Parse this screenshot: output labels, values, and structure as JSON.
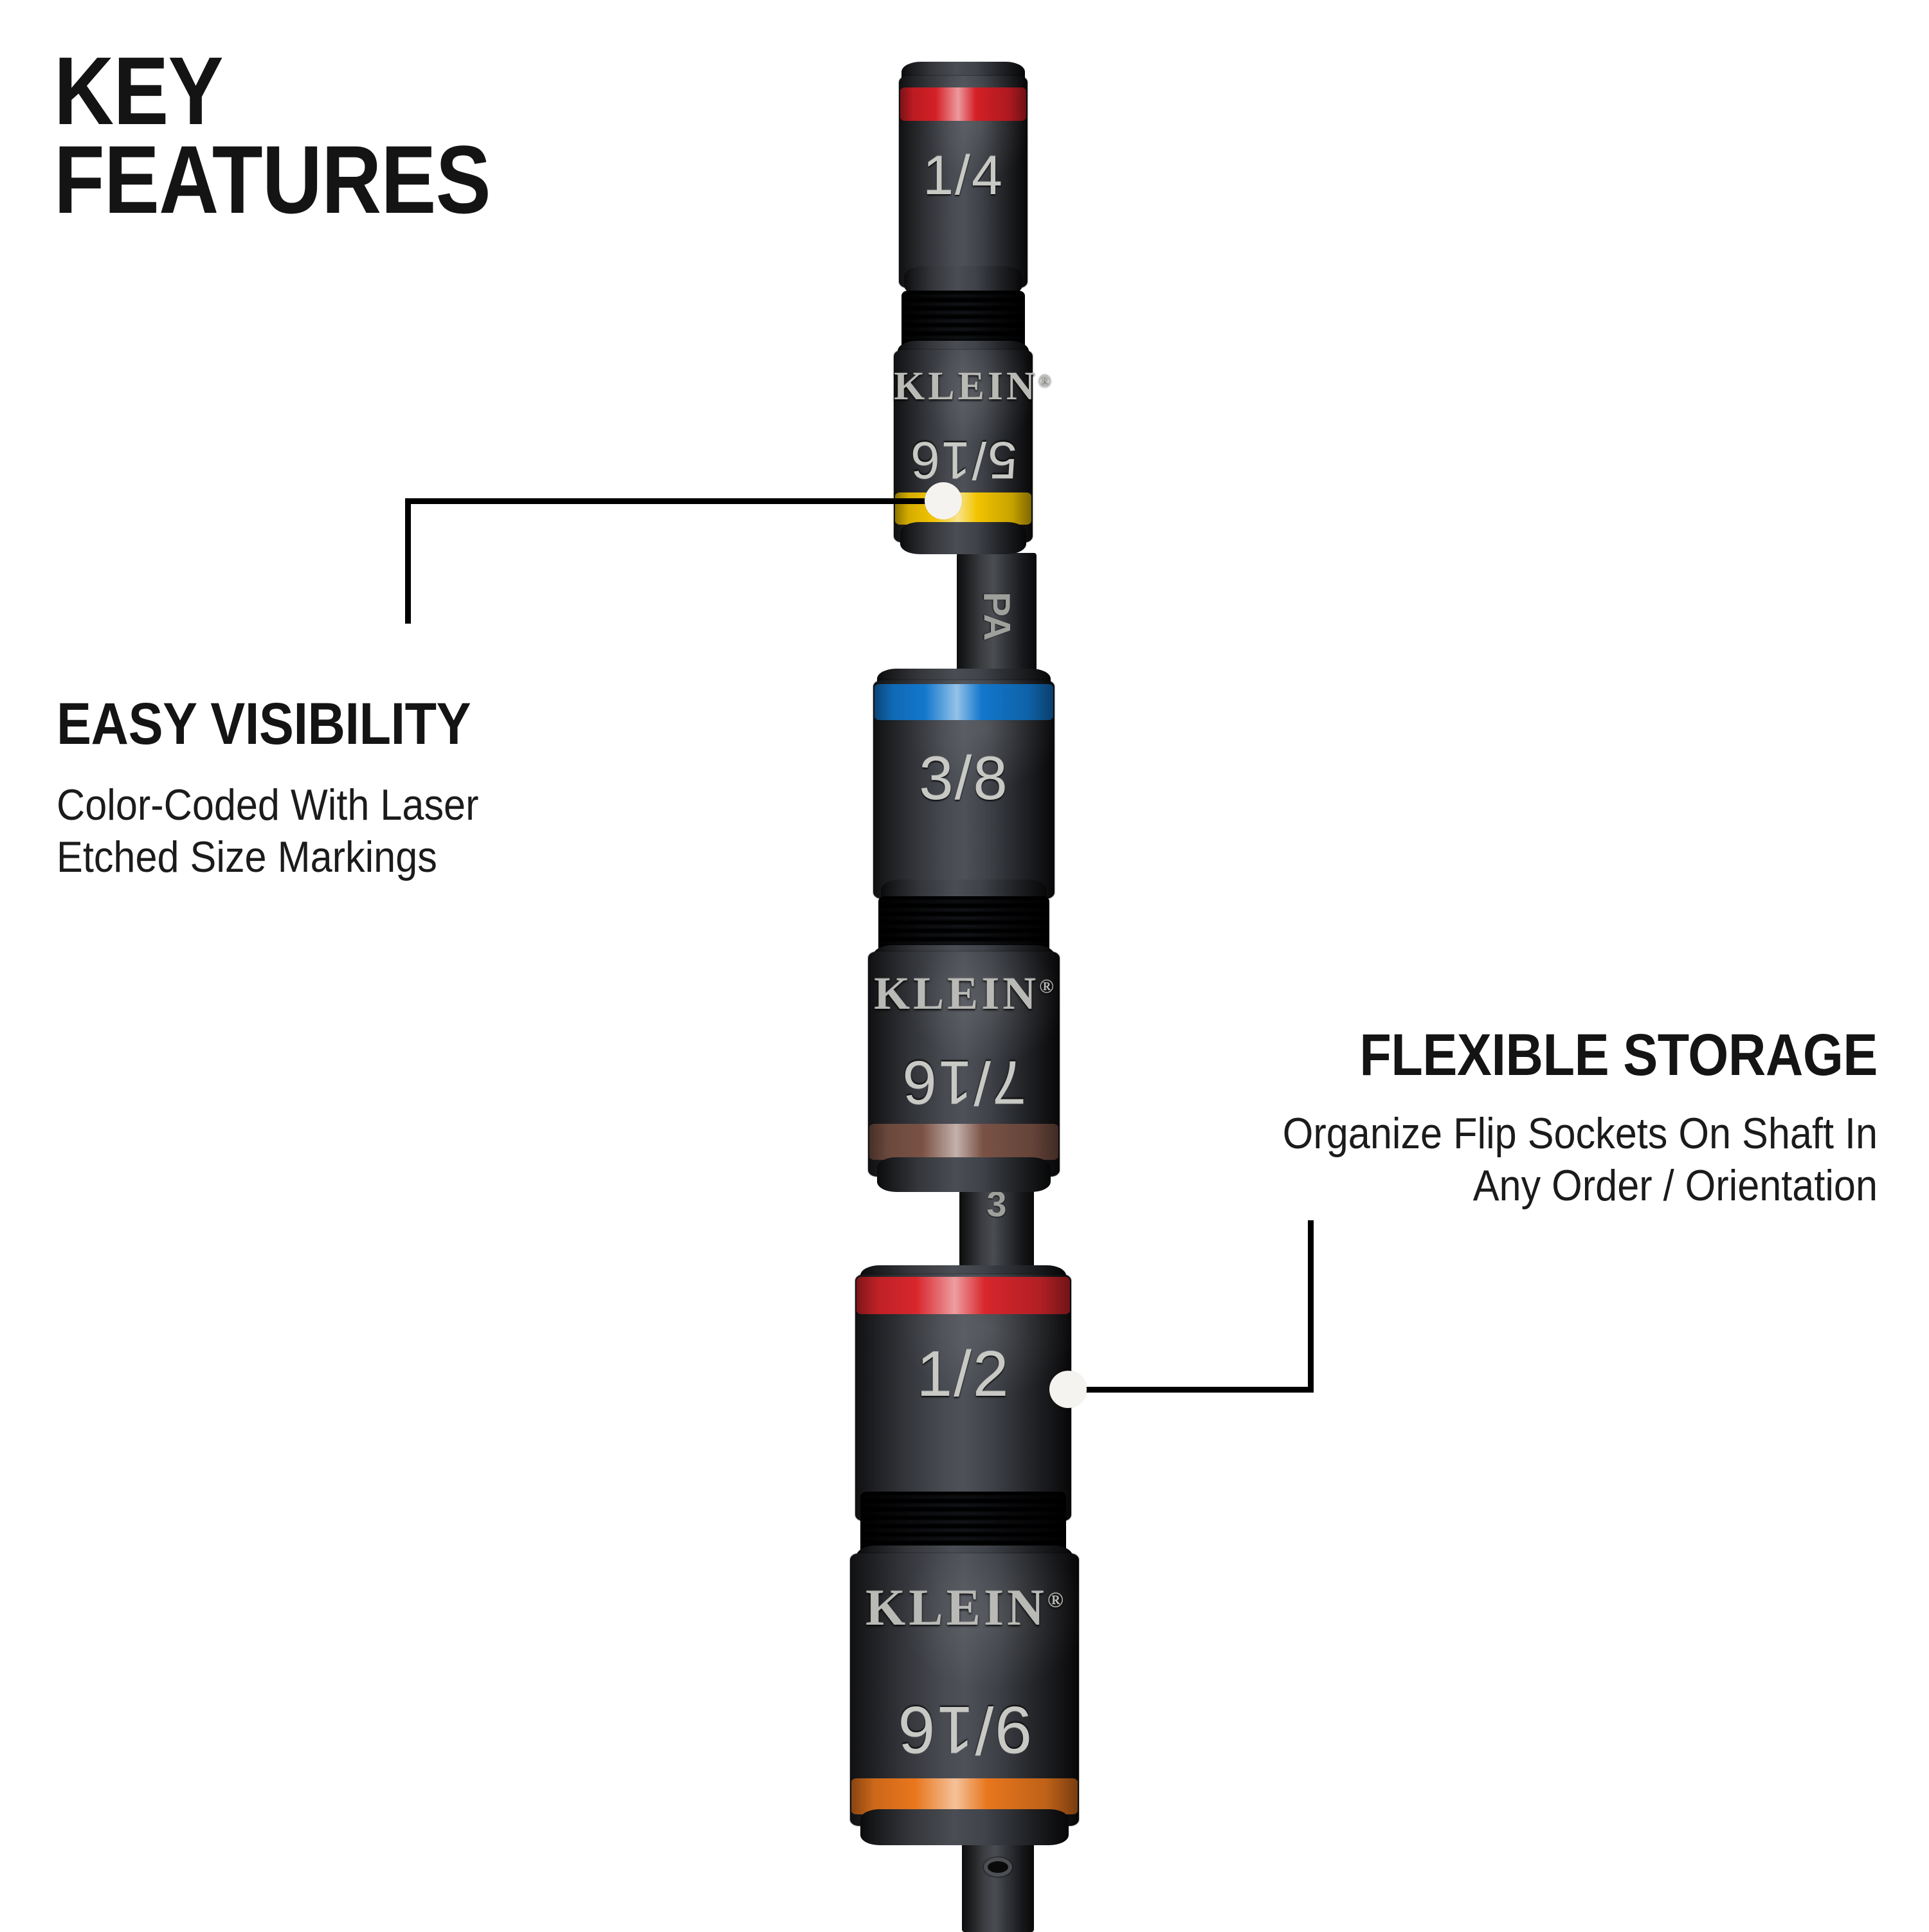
{
  "heading": {
    "line1": "KEY",
    "line2": "FEATURES",
    "text": "KEY\nFEATURES"
  },
  "callouts": {
    "left": {
      "title": "EASY VISIBILITY",
      "body": "Color-Coded With Laser\nEtched Size Markings",
      "body_line1": "Color-Coded With Laser",
      "body_line2": "Etched Size Markings",
      "marker": "white-dot-on-yellow-band"
    },
    "right": {
      "title": "FLEXIBLE STORAGE",
      "body": "Organize Flip Sockets On Shaft In\nAny Order / Orientation",
      "body_line1": "Organize Flip Sockets On Shaft In",
      "body_line2": "Any Order / Orientation",
      "marker": "white-dot-on-half-inch-socket"
    }
  },
  "brand": {
    "wordmark": "KLEIN",
    "registered": "®"
  },
  "product": {
    "type": "impact flip socket set on extension shaft",
    "shaft_marks": [
      "PA",
      "3"
    ],
    "sockets": [
      {
        "size": "1/4",
        "band_color": "#d41f26",
        "band_name": "red",
        "orientation": "upright",
        "order": 1
      },
      {
        "size": "5/16",
        "band_color": "#f2c400",
        "band_name": "yellow",
        "orientation": "inverted",
        "order": 2,
        "branded": true
      },
      {
        "size": "3/8",
        "band_color": "#1277cc",
        "band_name": "blue",
        "orientation": "upright",
        "order": 3
      },
      {
        "size": "7/16",
        "band_color": "#7a5245",
        "band_name": "brown",
        "orientation": "inverted",
        "order": 4,
        "branded": true
      },
      {
        "size": "1/2",
        "band_color": "#d8262c",
        "band_name": "red",
        "orientation": "upright",
        "order": 5
      },
      {
        "size": "9/16",
        "band_color": "#e8761d",
        "band_name": "orange",
        "orientation": "inverted",
        "order": 6,
        "branded": true
      }
    ]
  },
  "colors": {
    "background": "#ffffff",
    "ink": "#141414",
    "leader_line": "#000000",
    "marker_dot": "#f4f3ef",
    "steel_dark": "#0c0c0d",
    "steel_light": "#4e5158",
    "etch": "#c8c9c4"
  }
}
